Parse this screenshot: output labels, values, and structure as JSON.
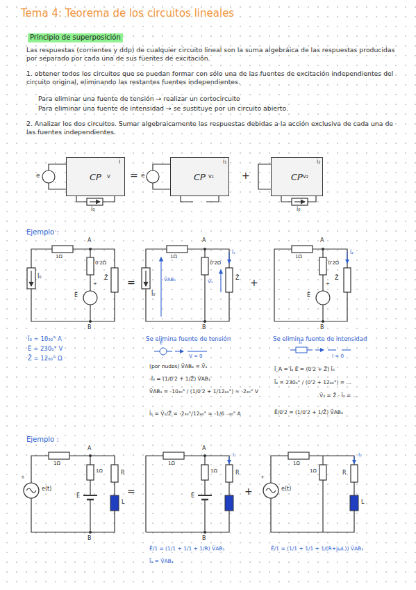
{
  "diagram": {
    "title": "Tema 4: Teorema de los circuitos lineales",
    "nodes": [
      {
        "text": [
          "CP"
        ]
      },
      {
        "text": [
          "CP"
        ]
      },
      {
        "text": [
          "CP"
        ]
      }
    ],
    "labels": [
      "Principio de superposición",
      "Las respuestas (corrientes y ddp) de cualquier circuito lineal son la suma algebráica de las respuestas producidas por separado por cada una de sus fuentes de excitación.",
      "1. obtener todos los circuitos que se puedan formar con sólo una de las fuentes de excitación independientes del circuito original, eliminando las restantes fuentes independientes.",
      "Para eliminar una fuente de tensión → realizar un cortocircuito",
      "Para eliminar una fuente de intensidad → se sustituye por un circuito abierto.",
      "2. Analizar los dos circuitos. Sumar algebraicamente las respuestas debidas a la acción exclusiva de cada una de las fuentes independientes.",
      "e",
      "i",
      "v",
      "i₀",
      "=",
      "e",
      "i₁",
      "v₁",
      "+",
      "i₂",
      "v₂",
      "i₀",
      "Ejemplo :",
      "1Ω",
      "A",
      "0'2Ω",
      "+",
      "Ē",
      "Z̄",
      "B",
      "Ī₀",
      "=",
      "1Ω",
      "A",
      "0'2Ω",
      "Ī₁",
      "V̄₁",
      "Z̄",
      "V̄AB₁",
      "Ī₀",
      "B",
      "+",
      "1Ω",
      "A",
      "0'2Ω",
      "Ī₂",
      "+",
      "Ē",
      "Z̄",
      "B",
      "Ī₀ = 10₃₀° A",
      "Ē = 230₀° V",
      "Z̄ = 12₆₀° Ω",
      "Se elimina fuente de tensión",
      "Ē",
      "V = 0",
      "(por nudos)  V̄AB₁ = V̄₁",
      "-Ī₀ = (1/0'2 + 1/Z̄) V̄AB₁",
      "V̄AB₁ = -10₃₀° / (1/0'2 + 1/12₆₀°) ≈ -2₃₀° V",
      "Ī₁ = V̄₁/Z̄ = -2₃₀°/12₆₀° ≈ -1/6 ₋₃₀° A",
      "Se elimina fuente de intensidad",
      "Ī₀",
      "I = 0",
      "Ī_A = Ī₂    Ē = (0'2 + Z̄) Ī₀",
      "Ī₂ = 230₀° / (0'2 + 12₆₀°) = ...",
      "V̄₂ = Z̄ · Ī₂ = ...",
      "Ē/0'2 = (1/0'2 + 1/Z̄) V̄AB₂",
      "Ejemplo :",
      "e(t)",
      "+",
      "1Ω",
      "A",
      "1Ω",
      "R",
      "Ē",
      "L",
      "B",
      "=",
      "1Ω",
      "A",
      "I₁",
      "1Ω",
      "R",
      "Ē",
      "B",
      "+",
      "e(t)",
      "+",
      "1Ω",
      "I₂",
      "1Ω",
      "R",
      "L",
      "Ē/1 = (1/1 + 1/1 + 1/R) V̄AB₁",
      "Ī₁ = V̄AB₁",
      "Ē/1 = (1/1 + 1/1 + 1/(R+jωL)) V̄AB₂"
    ]
  }
}
